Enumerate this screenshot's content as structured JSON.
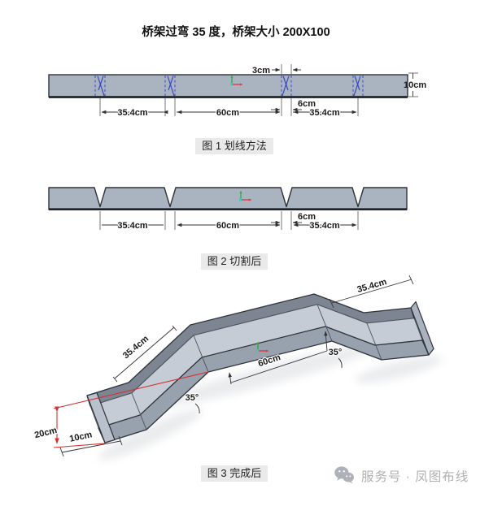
{
  "title": "桥架过弯 35 度，桥架大小 200X100",
  "figure1": {
    "caption": "图 1 划线方法",
    "dim_3cm": "3cm",
    "dim_10cm": "10cm",
    "dim_35_4_left": "35.4cm",
    "dim_60": "60cm",
    "dim_6": "6cm",
    "dim_35_4_right": "35.4cm"
  },
  "figure2": {
    "caption": "图 2 切割后",
    "dim_35_4_left": "35.4cm",
    "dim_60": "60cm",
    "dim_6": "6cm",
    "dim_35_4_right": "35.4cm"
  },
  "figure3": {
    "caption": "图 3 完成后",
    "dim_incline_left": "35.4cm",
    "dim_top": "60cm",
    "dim_incline_right": "35.4cm",
    "angle_left": "35°",
    "angle_right": "35°",
    "dim_height": "20cm",
    "dim_width": "10cm"
  },
  "watermark": {
    "icon": "wechat-icon",
    "text": "服务号 · 凤图布线"
  },
  "colors": {
    "bar_fill": "#aab4c0",
    "bar_outline": "#2e333a",
    "cut_line_blue": "#4355c6",
    "red_accent": "#d43030",
    "axis_green": "#2fae3e",
    "axis_cyan": "#39c8d8",
    "tray_top": "#7d8593",
    "tray_side": "#98a1ae",
    "tray_interior": "#c6ccd6",
    "caption_bg": "#eaeaea",
    "watermark_gray": "#b0b0b0",
    "dim_text": "#1a1a1a"
  }
}
